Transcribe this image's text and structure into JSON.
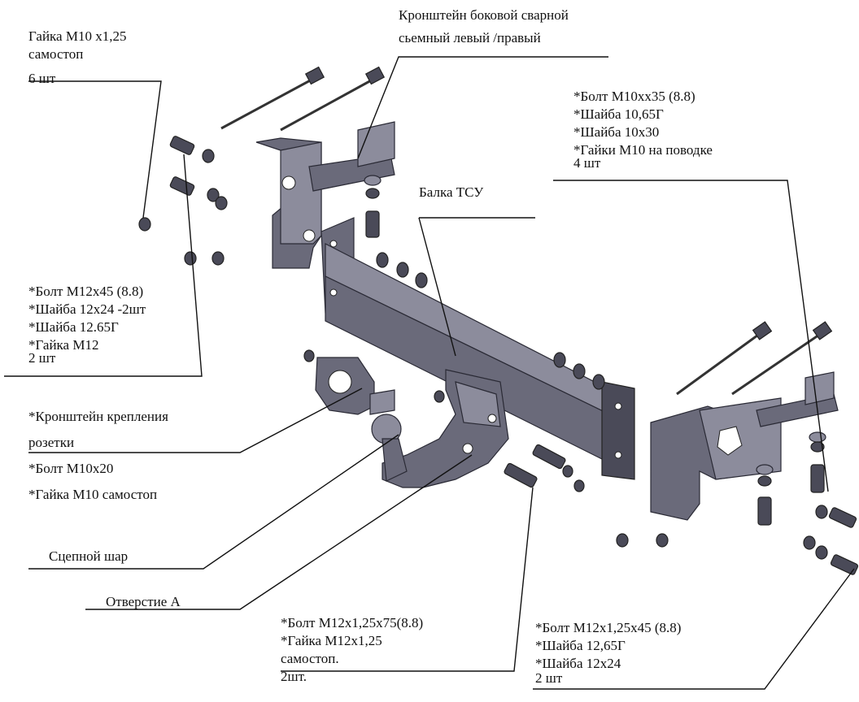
{
  "labels": {
    "nut_m10": [
      "Гайка  М10 х1,25",
      "самостоп",
      "6 шт"
    ],
    "side_bracket": [
      "Кронштейн боковой   сварной",
      "сьемный левый /правый"
    ],
    "bolt_m10": [
      "*Болт М10хх35 (8.8)",
      "*Шайба 10,65Г",
      "*Шайба 10х30",
      "*Гайки М10 на поводке",
      "4 шт"
    ],
    "beam": [
      "Балка ТСУ"
    ],
    "bolt_m12": [
      "*Болт М12х45 (8.8)",
      "*Шайба 12х24 -2шт",
      "*Шайба 12.65Г",
      "*Гайка М12",
      "2 шт"
    ],
    "socket_bracket": [
      "*Кронштейн крепления",
      "розетки",
      "*Болт М10х20",
      "*Гайка М10 самостоп"
    ],
    "tow_ball": [
      "Сцепной шар"
    ],
    "hole_a": [
      "Отверстие А"
    ],
    "bolt_m12_75": [
      "*Болт М12х1,25х75(8.8)",
      "*Гайка М12х1,25",
      "самостоп.",
      "2шт."
    ],
    "bolt_m12_45": [
      "*Болт М12х1,25х45 (8.8)",
      "*Шайба 12,65Г",
      "*Шайба 12х24",
      "2 шт"
    ]
  },
  "colors": {
    "metal": "#6a6a7a",
    "metal_light": "#8c8c9c",
    "metal_dark": "#4a4a58",
    "line": "#111111"
  }
}
